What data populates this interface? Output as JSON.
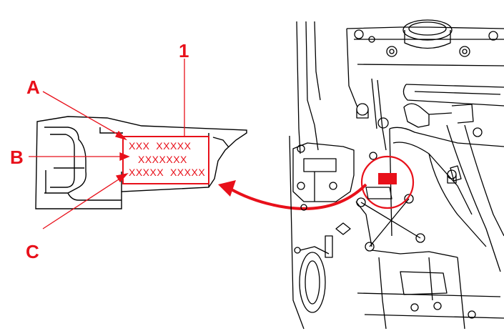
{
  "diagram": {
    "callouts": {
      "number": "1",
      "a": "A",
      "b": "B",
      "c": "C"
    },
    "plate": {
      "line_a": "XXX  XXXXX",
      "line_b": "XXXXXXX",
      "line_c": "XXXXX  XXXXX"
    },
    "colors": {
      "accent": "#e8101a",
      "line": "#000000",
      "background": "#ffffff"
    }
  }
}
